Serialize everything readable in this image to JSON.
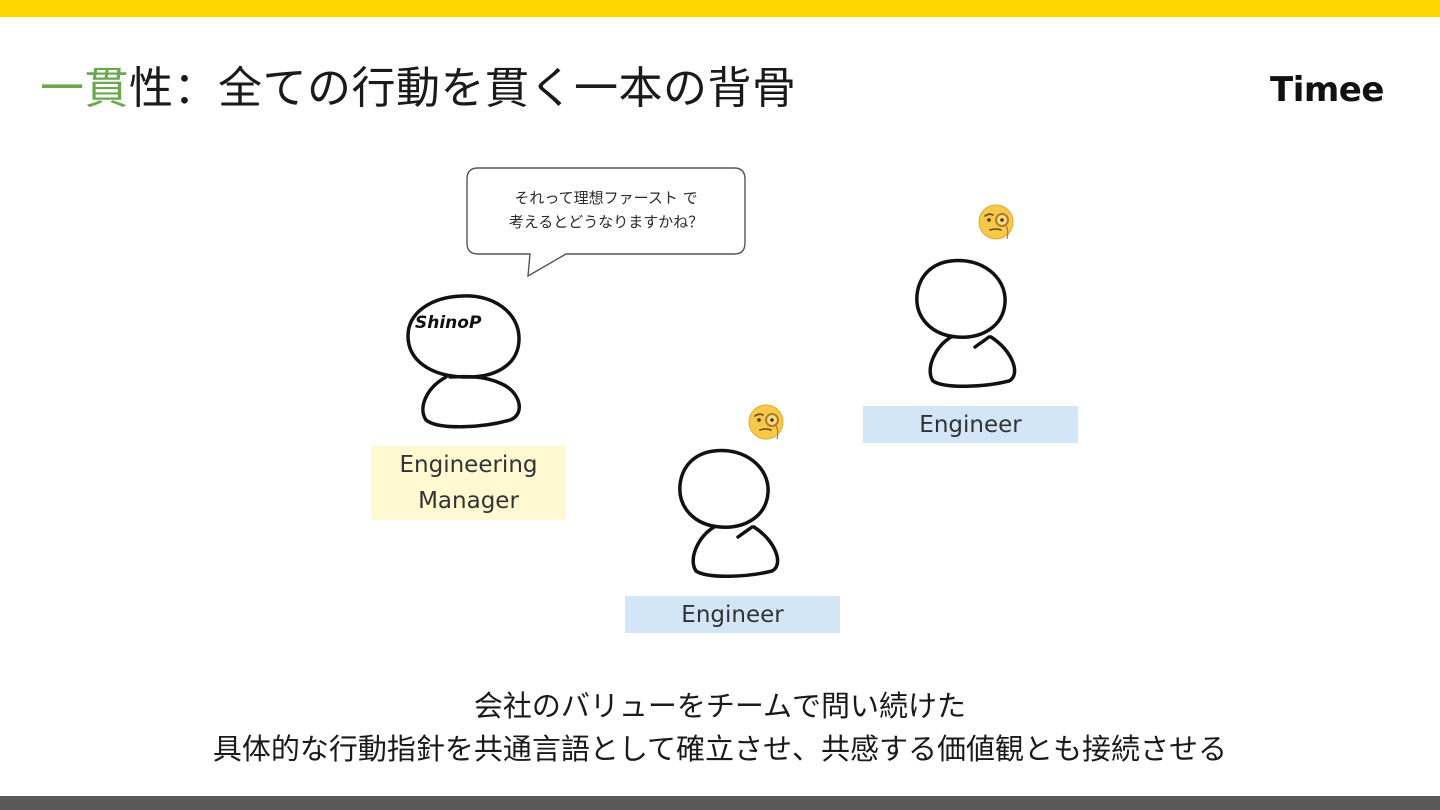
{
  "slide": {
    "title_accent": "一貫",
    "title_rest": "性：全ての行動を貫く一本の背骨",
    "logo": "Timee",
    "speech_bubble": {
      "line1": "それって理想ファースト で",
      "line2": "考えるとどうなりますかね？"
    },
    "manager": {
      "name_tag": "ShinoP",
      "role_line1": "Engineering",
      "role_line2": "Manager"
    },
    "engineer_right": {
      "role": "Engineer",
      "emoji": "monocle-face-icon"
    },
    "engineer_center": {
      "role": "Engineer",
      "emoji": "monocle-face-icon"
    },
    "caption_line1": "会社のバリューをチームで問い続けた",
    "caption_line2": "具体的な行動指針を共通言語として確立させ、共感する価値観とも接続させる"
  },
  "colors": {
    "top_bar": "#FFD700",
    "bottom_bar": "#595959",
    "title_accent": "#6aa84f",
    "manager_label_bg": "#FFF9D1",
    "engineer_label_bg": "#D2E6F8"
  }
}
